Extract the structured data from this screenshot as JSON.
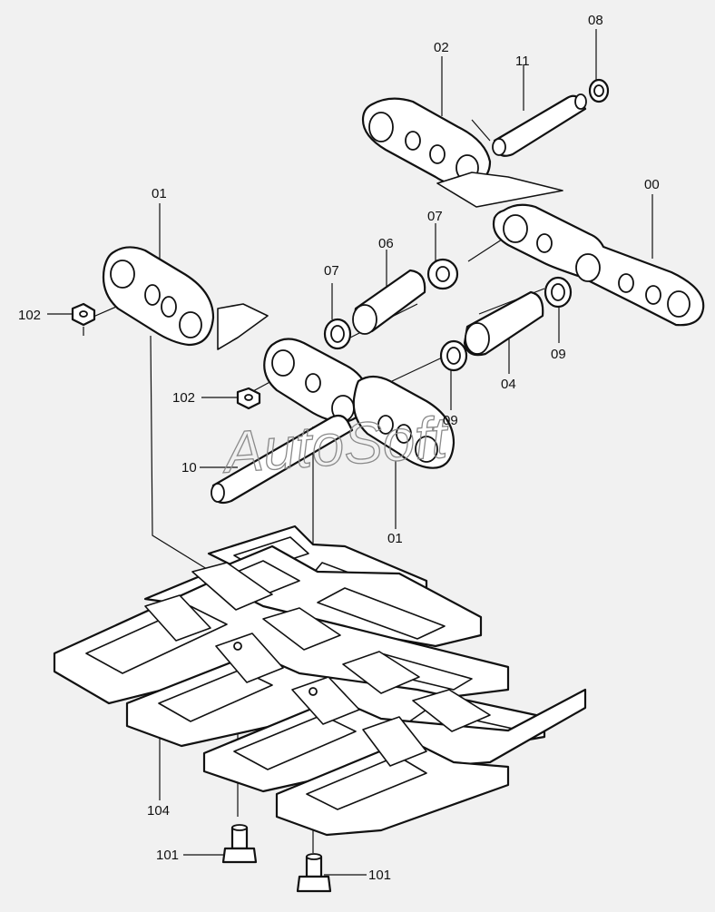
{
  "watermark": "AutoSoft",
  "callouts": [
    {
      "id": "c08",
      "text": "08"
    },
    {
      "id": "c02",
      "text": "02"
    },
    {
      "id": "c11",
      "text": "11"
    },
    {
      "id": "c00",
      "text": "00"
    },
    {
      "id": "c01a",
      "text": "01"
    },
    {
      "id": "c07a",
      "text": "07"
    },
    {
      "id": "c06",
      "text": "06"
    },
    {
      "id": "c07b",
      "text": "07"
    },
    {
      "id": "c102a",
      "text": "102"
    },
    {
      "id": "c09a",
      "text": "09"
    },
    {
      "id": "c04",
      "text": "04"
    },
    {
      "id": "c102b",
      "text": "102"
    },
    {
      "id": "c09b",
      "text": "09"
    },
    {
      "id": "c10",
      "text": "10"
    },
    {
      "id": "c01b",
      "text": "01"
    },
    {
      "id": "c104",
      "text": "104"
    },
    {
      "id": "c101a",
      "text": "101"
    },
    {
      "id": "c101b",
      "text": "101"
    }
  ]
}
